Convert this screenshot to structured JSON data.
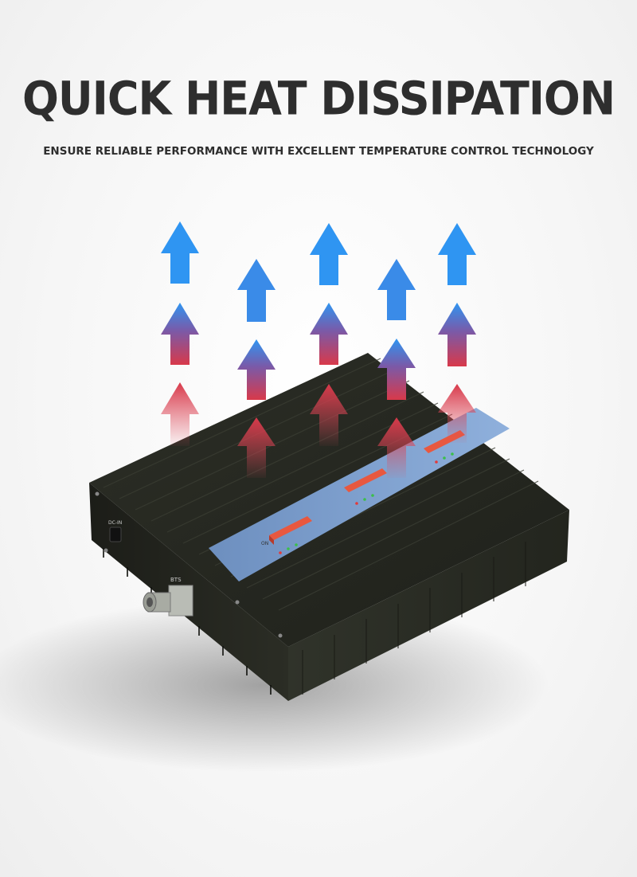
{
  "header": {
    "title": "QUICK HEAT DISSIPATION",
    "subtitle": "ENSURE RELIABLE PERFORMANCE WITH EXCELLENT TEMPERATURE CONTROL TECHNOLOGY"
  },
  "device": {
    "port_label": "BTS",
    "power_label": "DC-IN",
    "dip_label": "ON",
    "body_color": "#262820",
    "panel_color": "#7ea0cf"
  },
  "colors": {
    "arrow_top": "#2f8ff0",
    "arrow_mid": "#7a5aa8",
    "arrow_bottom": "#d83a4a",
    "text": "#2e2e2e"
  }
}
